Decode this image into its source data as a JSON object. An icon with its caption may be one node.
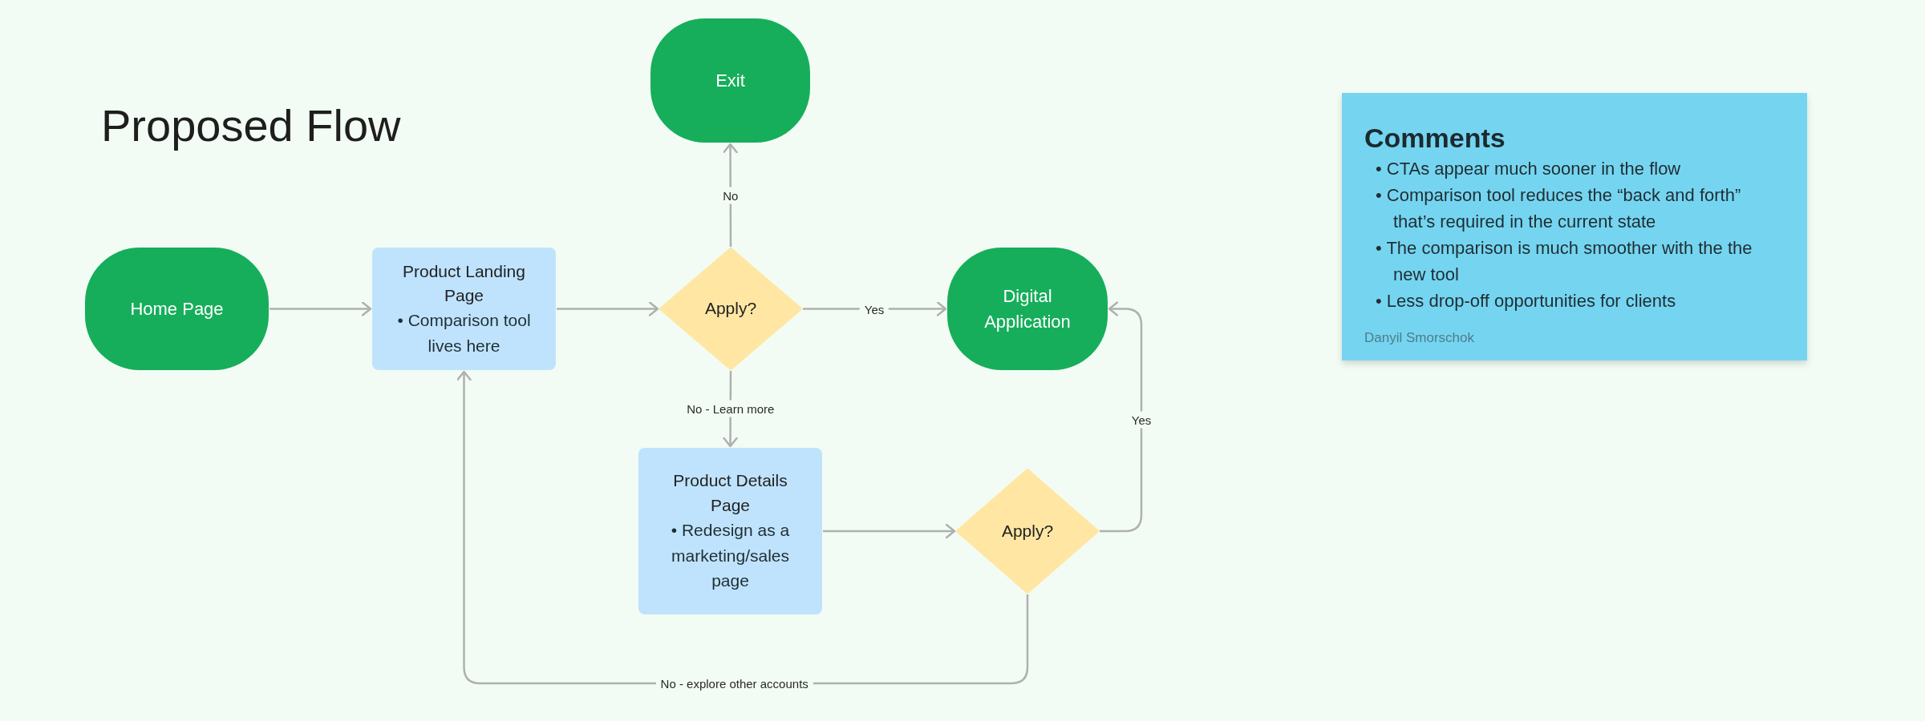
{
  "diagram": {
    "title": "Proposed Flow",
    "nodes": [
      {
        "text": [
          "Exit"
        ]
      },
      {
        "text": [
          "Home Page"
        ]
      },
      {
        "text": [
          "Product Landing Page",
          "• Comparison tool lives here"
        ]
      },
      {
        "text": [
          "Apply?"
        ]
      },
      {
        "text": [
          "Digital Application"
        ]
      },
      {
        "text": [
          "Product Details Page",
          "• Redesign as a marketing/sales page"
        ]
      },
      {
        "text": [
          "Apply?"
        ]
      },
      {
        "text": [
          "Comments",
          "• CTAs appear much sooner in the flow",
          "• Comparison tool reduces the “back and forth” that’s required in the current state",
          "• The comparison is much smoother with the the new tool",
          "• Less drop-off opportunities for clients",
          "Danyil Smorschok"
        ]
      }
    ],
    "edges": [
      {
        "from": 1,
        "to": 2,
        "arrow": "to"
      },
      {
        "from": 2,
        "to": 3,
        "arrow": "to"
      },
      {
        "from": 3,
        "to": 0,
        "arrow": "to",
        "label": "No"
      },
      {
        "from": 3,
        "to": 4,
        "arrow": "to",
        "label": "Yes"
      },
      {
        "from": 3,
        "to": 5,
        "arrow": "to",
        "label": "No - Learn more"
      },
      {
        "from": 5,
        "to": 6,
        "arrow": "to"
      },
      {
        "from": 6,
        "to": 4,
        "arrow": "to",
        "label": "Yes"
      },
      {
        "from": 6,
        "to": 2,
        "arrow": "to",
        "label": "No - explore other accounts"
      }
    ]
  }
}
